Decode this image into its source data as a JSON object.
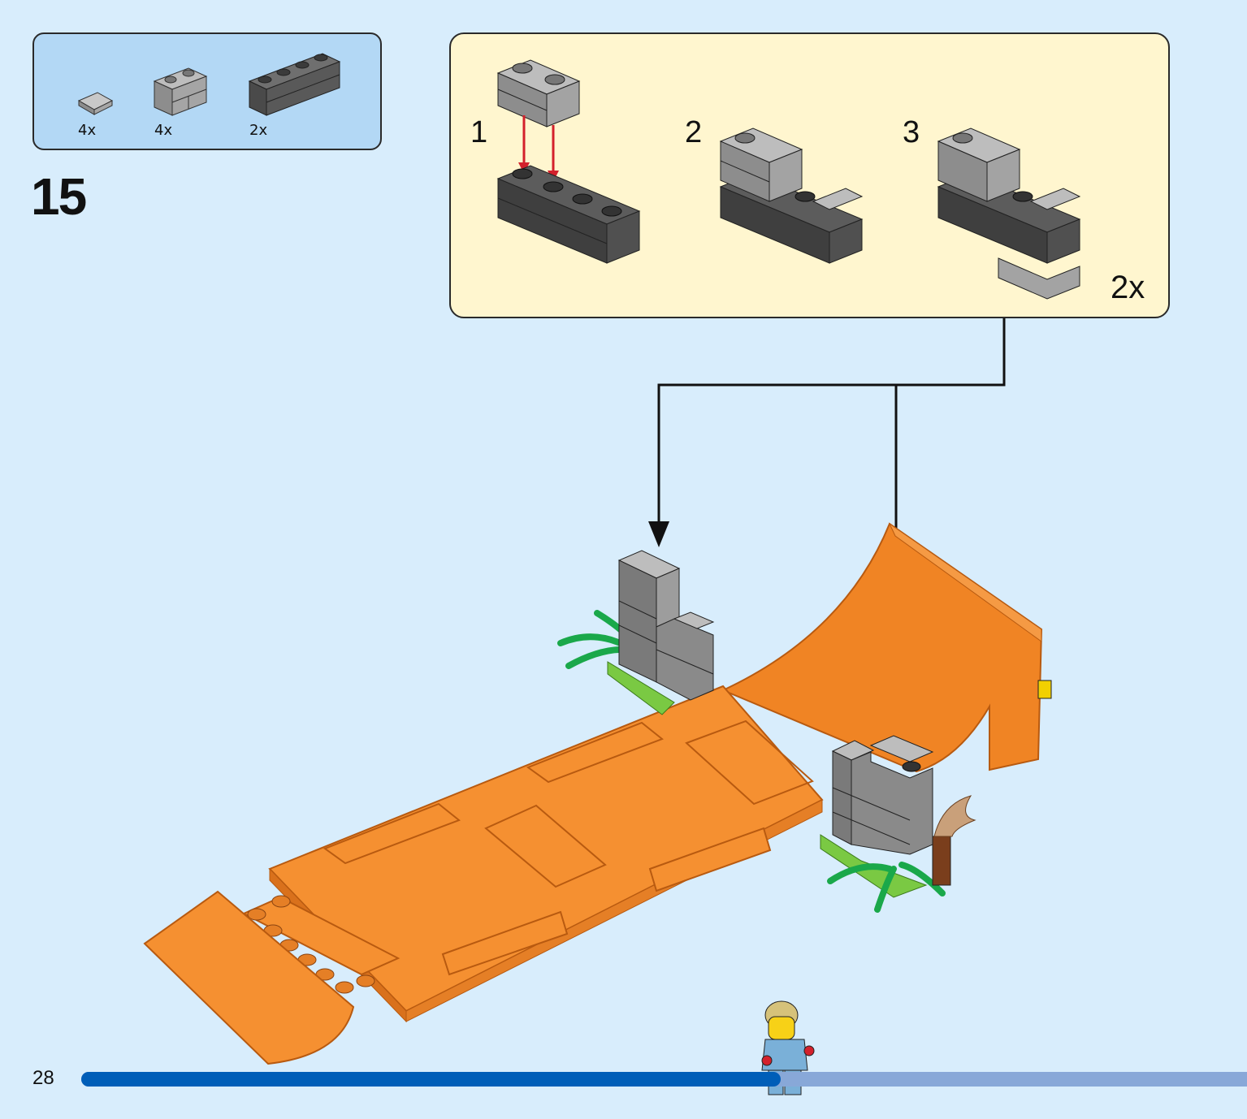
{
  "parts": [
    {
      "qty": "4x",
      "icon": "gray-tile-1x1-icon"
    },
    {
      "qty": "4x",
      "icon": "gray-masonry-brick-1x2-icon"
    },
    {
      "qty": "2x",
      "icon": "dark-gray-masonry-brick-1x4-icon"
    }
  ],
  "step": {
    "number": "15"
  },
  "substeps": [
    {
      "number": "1"
    },
    {
      "number": "2"
    },
    {
      "number": "3"
    }
  ],
  "multiplier": "2x",
  "page": {
    "number": "28",
    "progress": 0.6
  },
  "colors": {
    "background": "#d8edfc",
    "parts_box": "#b3d8f5",
    "substep_box": "#fff6cf",
    "progress_fill": "#005eb8",
    "progress_track": "#88a8d8",
    "orange_brick": "#f59031",
    "arrow_red": "#d3212c"
  }
}
